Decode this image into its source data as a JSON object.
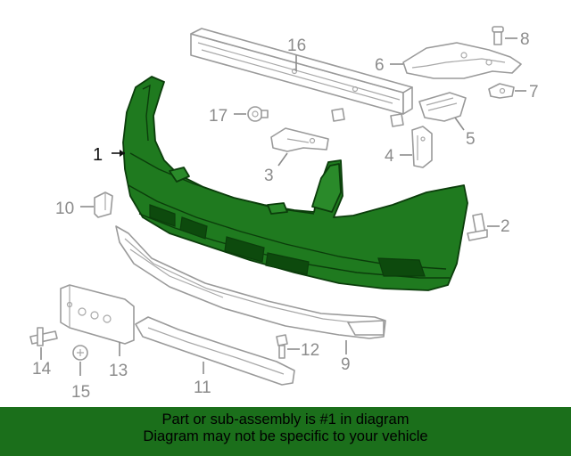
{
  "colors": {
    "highlight_part": "#1f7a1f",
    "banner_background": "#1b6f1b",
    "callout_text": "#8c8c8c",
    "part_outline": "#9a9a9a"
  },
  "callouts": {
    "c1": "1",
    "c2": "2",
    "c3": "3",
    "c4": "4",
    "c5": "5",
    "c6": "6",
    "c7": "7",
    "c8": "8",
    "c9": "9",
    "c10": "10",
    "c11": "11",
    "c12": "12",
    "c13": "13",
    "c14": "14",
    "c15": "15",
    "c16": "16",
    "c17": "17"
  },
  "banner": {
    "line1": "Part or sub-assembly is #1 in diagram",
    "line2": "Diagram may not be specific to your vehicle"
  }
}
